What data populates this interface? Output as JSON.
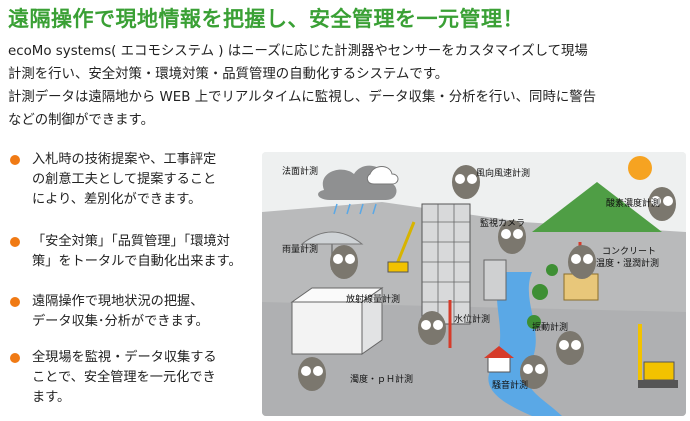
{
  "headline": "遠隔操作で現地情報を把握し、安全管理を一元管理！",
  "intro": [
    "ecoMo systems( エコモシステム ) はニーズに応じた計測器やセンサーをカスタマイズして現場",
    "計測を行い、安全対策・環境対策・品質管理の自動化するシステムです。",
    "計測データは遠隔地から WEB 上でリアルタイムに監視し、データ収集・分析を行い、同時に警告",
    "などの制御ができます。"
  ],
  "bullets": [
    {
      "lines": [
        "入札時の技術提案や、工事評定",
        "の創意工夫として提案すること",
        "により、差別化ができます。"
      ]
    },
    {
      "lines": [
        "「安全対策」「品質管理」「環境対",
        "策」をトータルで自動化出来ます。"
      ]
    },
    {
      "lines": [
        "遠隔操作で現地状況の把握、",
        "データ収集･分析ができます。"
      ]
    },
    {
      "lines": [
        "全現場を監視・データ収集する",
        "ことで、安全管理を一元化でき",
        "ます。"
      ]
    }
  ],
  "illustration": {
    "labels": {
      "slope": "法面計測",
      "wind": "風向風速計測",
      "oxygen": "酸素濃度計測",
      "camera": "監視カメラ",
      "rain": "雨量計測",
      "concrete_1": "コンクリート",
      "concrete_2": "温度・湿潤計測",
      "radiation": "放射線量計測",
      "water_level": "水位計測",
      "vibration": "振動計測",
      "turbidity": "濁度・ｐＨ計測",
      "noise": "騒音計測"
    },
    "colors": {
      "headline": "#3aa035",
      "bullet": "#f07a14",
      "ground": "#b9babb",
      "river": "#5aa8e6",
      "mountain": "#4f9e45",
      "sun": "#f6a321"
    }
  }
}
